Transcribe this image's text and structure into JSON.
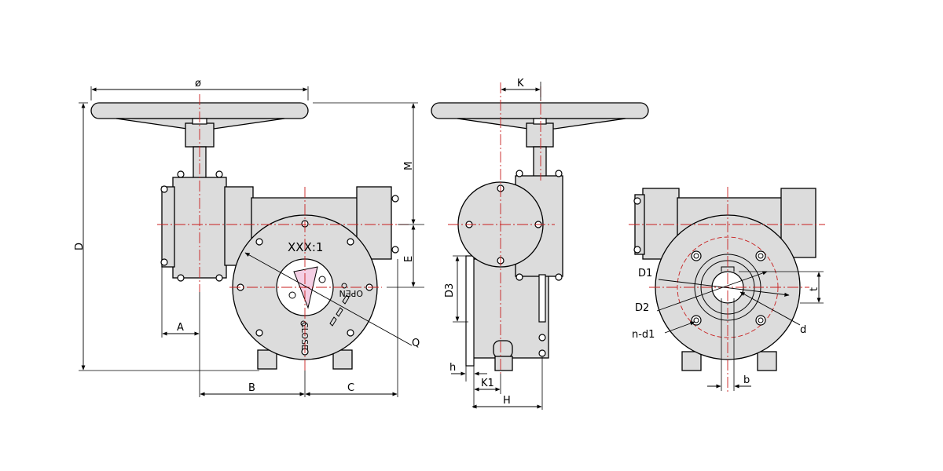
{
  "labels": {
    "phi": "ø",
    "M": "M",
    "E": "E",
    "D": "D",
    "A": "A",
    "B": "B",
    "C": "C",
    "Q": "Q",
    "K": "K",
    "D3": "D3",
    "h": "h",
    "K1": "K1",
    "H": "H",
    "D1": "D1",
    "D2": "D2",
    "n_d1": "n-d1",
    "d": "d",
    "t": "t",
    "b": "b"
  },
  "plate": {
    "ratio": "XXX:1",
    "open": "OPEN",
    "close": "CLOSE"
  },
  "colors": {
    "line": "#000000",
    "fill": "#dcdcdc",
    "centerline": "#c81e1e"
  }
}
